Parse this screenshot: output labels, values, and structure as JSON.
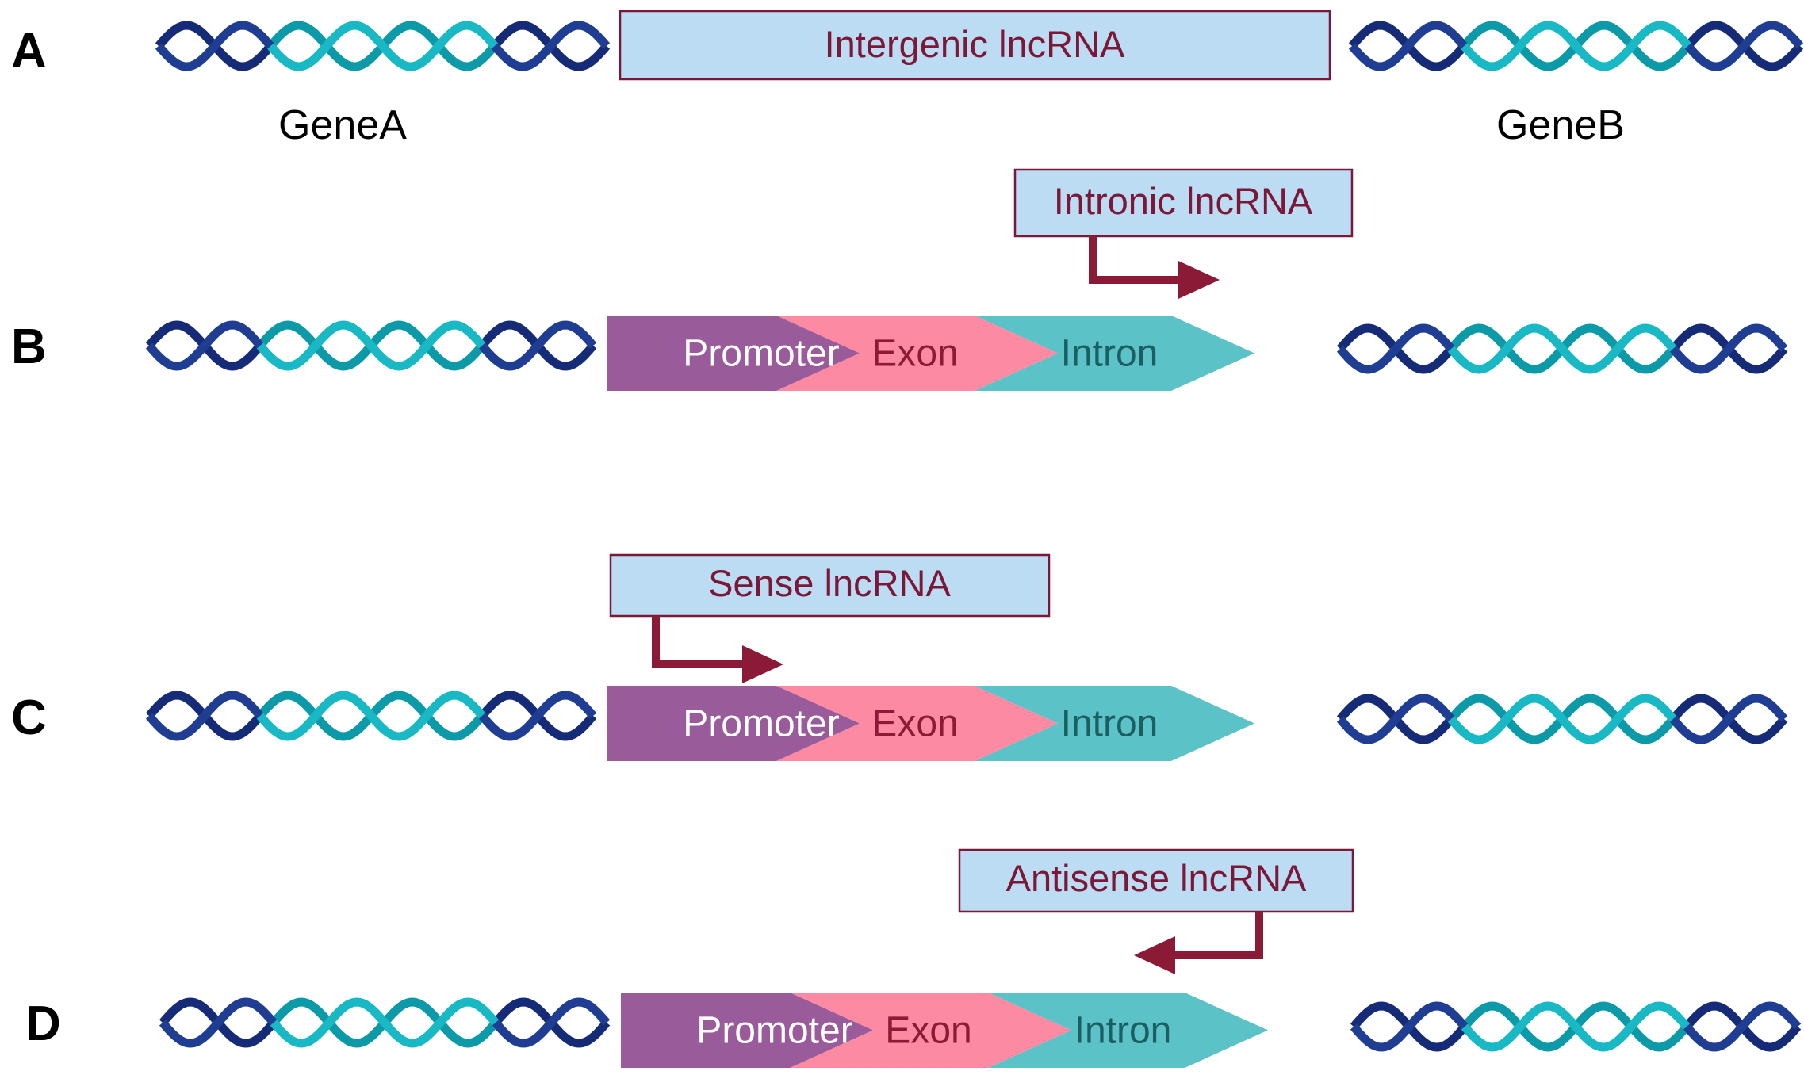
{
  "colors": {
    "box_fill": "#BBDCF3",
    "box_border": "#7B1737",
    "box_text": "#7B1737",
    "arrow": "#8B1A36",
    "promoter": "#995B9A",
    "exon": "#FB8AA2",
    "intron": "#5BC2C8",
    "promoter_text": "#FFFFFF",
    "exon_text": "#8B1A36",
    "intron_text": "#1B5F63",
    "helix_dark": "#1F3E93",
    "helix_navy": "#152B78",
    "helix_teal": "#18B8C4",
    "helix_teal_dark": "#0D9AA8"
  },
  "panels": {
    "A": {
      "letter": "A",
      "box_label": "Intergenic lncRNA",
      "gene_a": "GeneA",
      "gene_b": "GeneB"
    },
    "B": {
      "letter": "B",
      "box_label": "Intronic lncRNA",
      "arrow_direction": "right",
      "promoter": "Promoter",
      "exon": "Exon",
      "intron": "Intron"
    },
    "C": {
      "letter": "C",
      "box_label": "Sense lncRNA",
      "arrow_direction": "right",
      "promoter": "Promoter",
      "exon": "Exon",
      "intron": "Intron"
    },
    "D": {
      "letter": "D",
      "box_label": "Antisense lncRNA",
      "arrow_direction": "left",
      "promoter": "Promoter",
      "exon": "Exon",
      "intron": "Intron"
    }
  }
}
